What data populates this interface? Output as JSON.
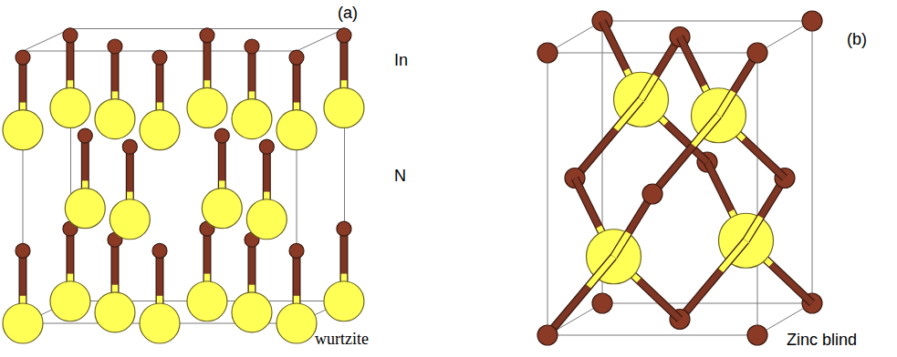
{
  "diagram": {
    "labels": [
      "(a)",
      "In",
      "N",
      "wurtzite",
      "(b)",
      "Zinc blind"
    ]
  }
}
